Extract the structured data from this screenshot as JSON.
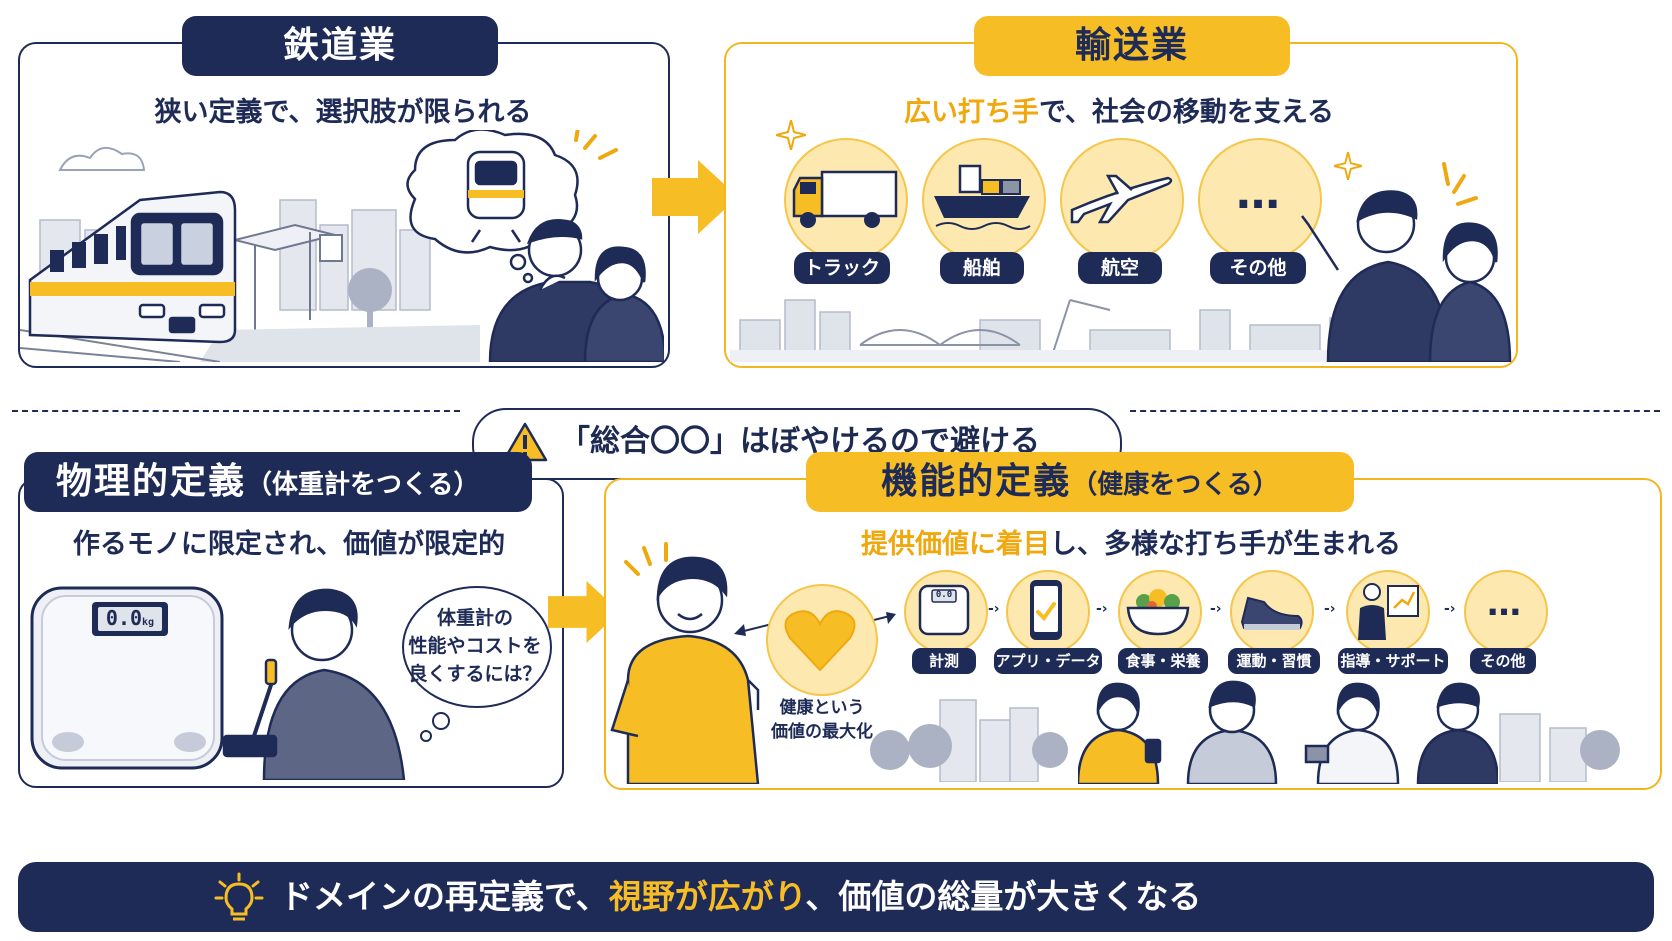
{
  "railway": {
    "title": "鉄道業",
    "subtitle": "狭い定義で、選択肢が限られる"
  },
  "transport": {
    "title": "輸送業",
    "subtitle_highlight": "広い打ち手",
    "subtitle_rest": "で、社会の移動を支える",
    "items": [
      {
        "label": "トラック",
        "icon": "truck-icon"
      },
      {
        "label": "船舶",
        "icon": "ship-icon"
      },
      {
        "label": "航空",
        "icon": "airplane-icon"
      },
      {
        "label": "その他",
        "icon": "ellipsis-icon",
        "glyph": "…"
      }
    ]
  },
  "warning": {
    "text": "「総合〇〇」はぼやけるので避ける",
    "icon": "warning-icon"
  },
  "physical": {
    "title": "物理的定義",
    "title_note": "（体重計をつくる）",
    "subtitle": "作るモノに限定され、価値が限定的",
    "scale_reading": "0.0",
    "scale_unit": "kg",
    "thought_lines": [
      "体重計の",
      "性能やコストを",
      "良くするには？"
    ]
  },
  "functional": {
    "title": "機能的定義",
    "title_note": "（健康をつくる）",
    "subtitle_highlight": "提供価値に着目",
    "subtitle_rest": "し、多様な打ち手が生まれる",
    "center_lines": [
      "健康という",
      "価値の最大化"
    ],
    "mini_scale_reading": "0.0",
    "items": [
      {
        "label": "計測",
        "icon": "scale-icon"
      },
      {
        "label": "アプリ・データ",
        "icon": "smartphone-icon"
      },
      {
        "label": "食事・栄養",
        "icon": "salad-bowl-icon"
      },
      {
        "label": "運動・習慣",
        "icon": "sneaker-icon"
      },
      {
        "label": "指導・サポート",
        "icon": "coach-icon"
      },
      {
        "label": "その他",
        "icon": "ellipsis-icon",
        "glyph": "…"
      }
    ]
  },
  "bottom": {
    "prefix": "ドメインの再定義で、",
    "highlight": "視野が広がり",
    "middle": "、",
    "suffix": "価値の総量が大きくなる",
    "icon": "lightbulb-icon"
  },
  "colors": {
    "navy": "#1f2b57",
    "gold": "#f7bd24",
    "light_gold": "#fde9b0"
  }
}
